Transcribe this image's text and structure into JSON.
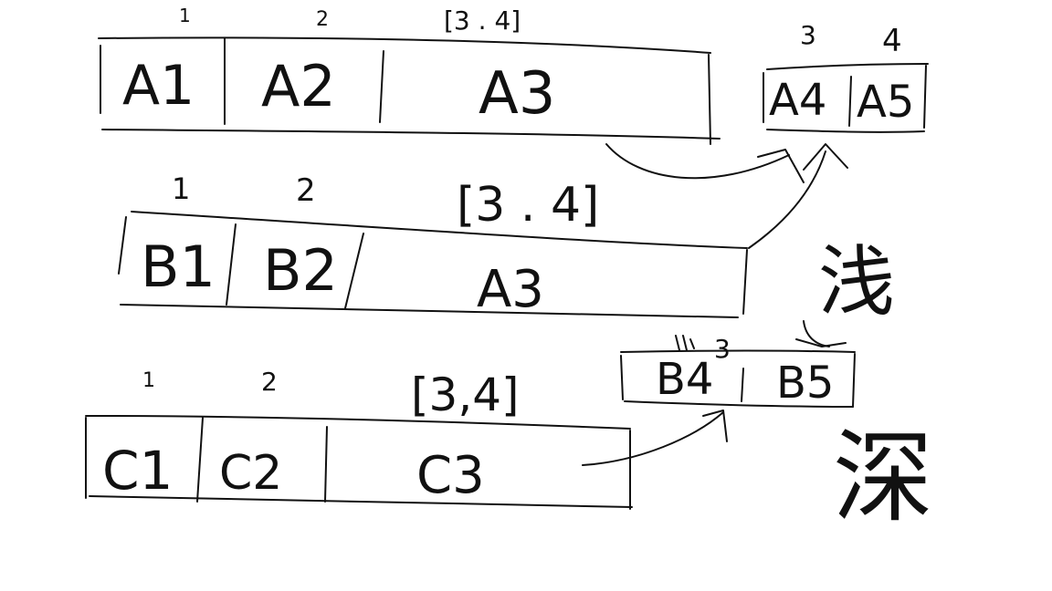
{
  "rows": [
    {
      "id": "a",
      "indices": [
        "1",
        "2",
        "[3 . 4]"
      ],
      "cells": [
        "A1",
        "A2",
        "A3"
      ]
    },
    {
      "id": "b",
      "indices": [
        "1",
        "2",
        "[3 . 4]"
      ],
      "cells": [
        "B1",
        "B2",
        "A3"
      ]
    },
    {
      "id": "c",
      "indices": [
        "1",
        "2",
        "[3,4]"
      ],
      "cells": [
        "C1",
        "C2",
        "C3"
      ]
    }
  ],
  "subarrays": [
    {
      "id": "a-sub",
      "indices": [
        "3",
        "4"
      ],
      "cells": [
        "A4",
        "A5"
      ]
    },
    {
      "id": "b-sub",
      "indices": [
        "3"
      ],
      "cells": [
        "B4",
        "B5"
      ]
    }
  ],
  "labels": {
    "shallow": "浅",
    "deep": "深"
  },
  "colors": {
    "ink": "#111111",
    "background": "#ffffff"
  }
}
